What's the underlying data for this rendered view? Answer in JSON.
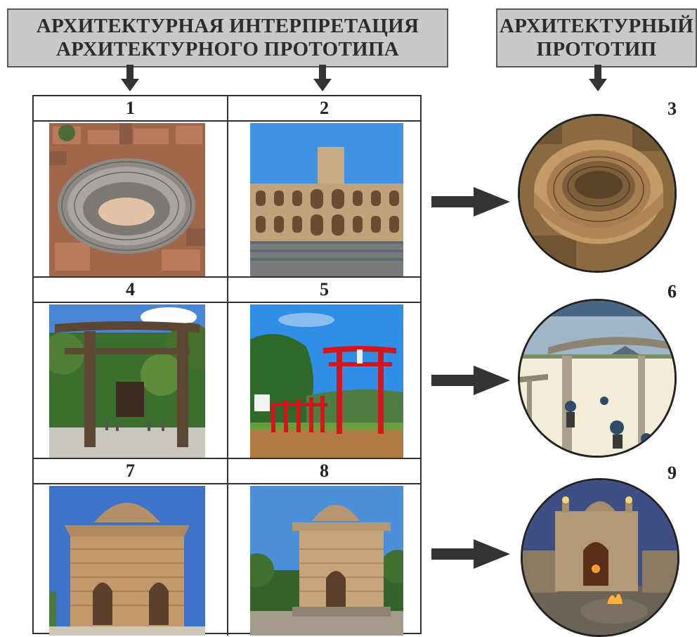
{
  "header": {
    "left_line1": "АРХИТЕКТУРНАЯ ИНТЕРПРЕТАЦИЯ",
    "left_line2": "АРХИТЕКТУРНОГО ПРОТОТИПА",
    "right_line1": "АРХИТЕКТУРНЫЙ",
    "right_line2": "ПРОТОТИП"
  },
  "grid": {
    "cells": [
      "1",
      "2",
      "4",
      "5",
      "7",
      "8"
    ]
  },
  "prototypes": [
    "3",
    "6",
    "9"
  ],
  "colors": {
    "banner_bg": "#c9c9c9",
    "arrow": "#333333",
    "torii_red": "#d4161c"
  }
}
